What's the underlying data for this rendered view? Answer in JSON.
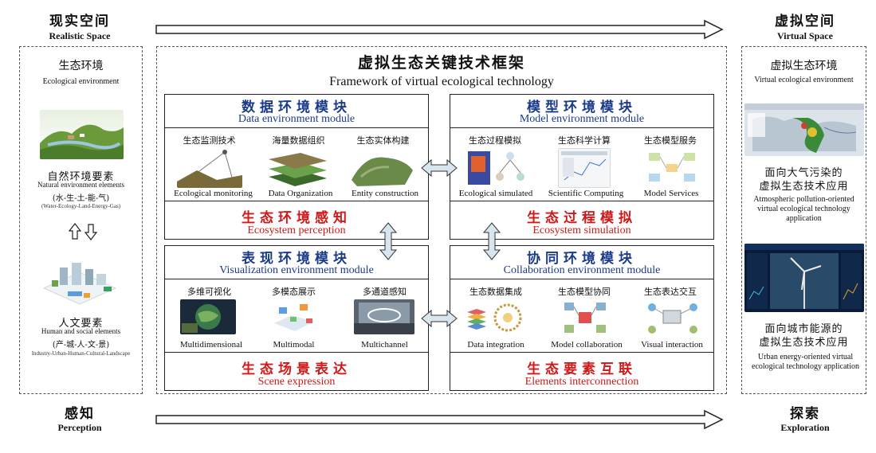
{
  "top": {
    "left_cn": "现实空间",
    "left_en": "Realistic Space",
    "right_cn": "虚拟空间",
    "right_en": "Virtual Space"
  },
  "bottom": {
    "left_cn": "感知",
    "left_en": "Perception",
    "right_cn": "探索",
    "right_en": "Exploration"
  },
  "left_panel": {
    "title_cn": "生态环境",
    "title_en": "Ecological environment",
    "natural_cn": "自然环境要素",
    "natural_en": "Natural environment elements",
    "natural_sub_cn": "(水-生-土-能-气)",
    "natural_sub_en": "(Water-Ecology-Land-Energy-Gas)",
    "human_cn": "人文要素",
    "human_en": "Human and social elements",
    "human_sub_cn": "(产-城-人-文-景)",
    "human_sub_en": "Industry-Urban-Human-Cultural-Landscape"
  },
  "center": {
    "title_cn": "虚拟生态关键技术框架",
    "title_en": "Framework of virtual ecological technology",
    "modules": {
      "data": {
        "cn": "数据环境模块",
        "en": "Data environment module",
        "items": [
          {
            "cn": "生态监测技术",
            "en": "Ecological monitoring"
          },
          {
            "cn": "海量数据组织",
            "en": "Data Organization"
          },
          {
            "cn": "生态实体构建",
            "en": "Entity construction"
          }
        ],
        "out_cn": "生态环境感知",
        "out_en": "Ecosystem perception"
      },
      "model": {
        "cn": "模型环境模块",
        "en": "Model environment module",
        "items": [
          {
            "cn": "生态过程模拟",
            "en": "Ecological simulated"
          },
          {
            "cn": "生态科学计算",
            "en": "Scientific Computing"
          },
          {
            "cn": "生态模型服务",
            "en": "Model Services"
          }
        ],
        "out_cn": "生态过程模拟",
        "out_en": "Ecosystem simulation"
      },
      "vis": {
        "cn": "表现环境模块",
        "en": "Visualization environment module",
        "items": [
          {
            "cn": "多维可视化",
            "en": "Multidimensional"
          },
          {
            "cn": "多模态展示",
            "en": "Multimodal"
          },
          {
            "cn": "多通道感知",
            "en": "Multichannel"
          }
        ],
        "out_cn": "生态场景表达",
        "out_en": "Scene expression"
      },
      "collab": {
        "cn": "协同环境模块",
        "en": "Collaboration environment module",
        "items": [
          {
            "cn": "生态数据集成",
            "en": "Data integration"
          },
          {
            "cn": "生态模型协同",
            "en": "Model collaboration"
          },
          {
            "cn": "生态表达交互",
            "en": "Visual interaction"
          }
        ],
        "out_cn": "生态要素互联",
        "out_en": "Elements interconnection"
      }
    }
  },
  "right_panel": {
    "title_cn": "虚拟生态环境",
    "title_en": "Virtual ecological environment",
    "app1_cn_1": "面向大气污染的",
    "app1_cn_2": "虚拟生态技术应用",
    "app1_en": "Atmospheric pollution-oriented virtual ecological technology application",
    "app2_cn_1": "面向城市能源的",
    "app2_cn_2": "虚拟生态技术应用",
    "app2_en": "Urban energy-oriented virtual ecological technology application"
  },
  "colors": {
    "module_title": "#1b3a8a",
    "output_red": "#d01818",
    "arrow_fill": "#d8e6f0"
  }
}
